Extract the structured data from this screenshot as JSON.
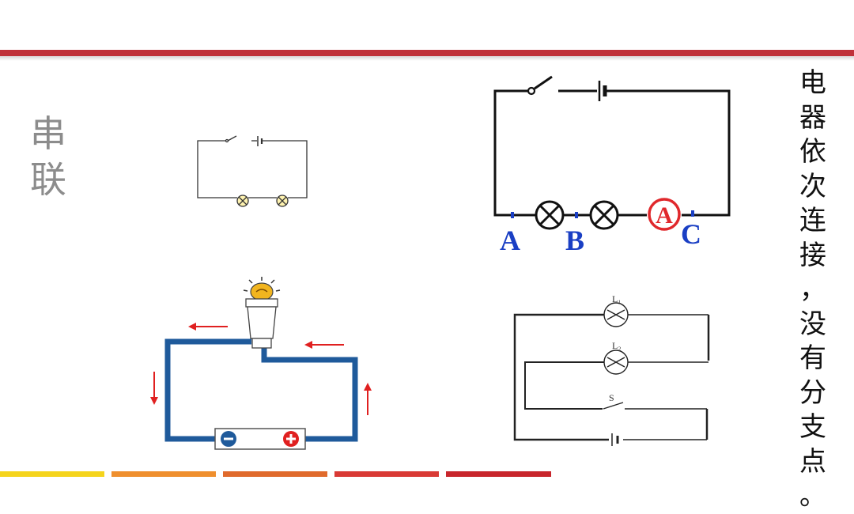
{
  "side_title": {
    "char1": "串",
    "char2": "联"
  },
  "description": [
    "电",
    "器",
    "依",
    "次",
    "连",
    "接",
    "，",
    "没",
    "有",
    "分",
    "支",
    "点",
    "。"
  ],
  "labels": {
    "point_a": "A",
    "point_b": "B",
    "point_c": "C",
    "ammeter": "A",
    "lamp1": "L₁",
    "lamp2": "L₂",
    "switch": "S"
  },
  "colors": {
    "accent_bar": "#c0323a",
    "wire_blue": "#1f5a9b",
    "arrow_red": "#e02020",
    "label_blue": "#1a3fc4",
    "ammeter_red": "#e0282c",
    "strip_colors": [
      "#f5d41c",
      "#ef8f2e",
      "#e06a2c",
      "#d93a35",
      "#c8262c"
    ]
  }
}
